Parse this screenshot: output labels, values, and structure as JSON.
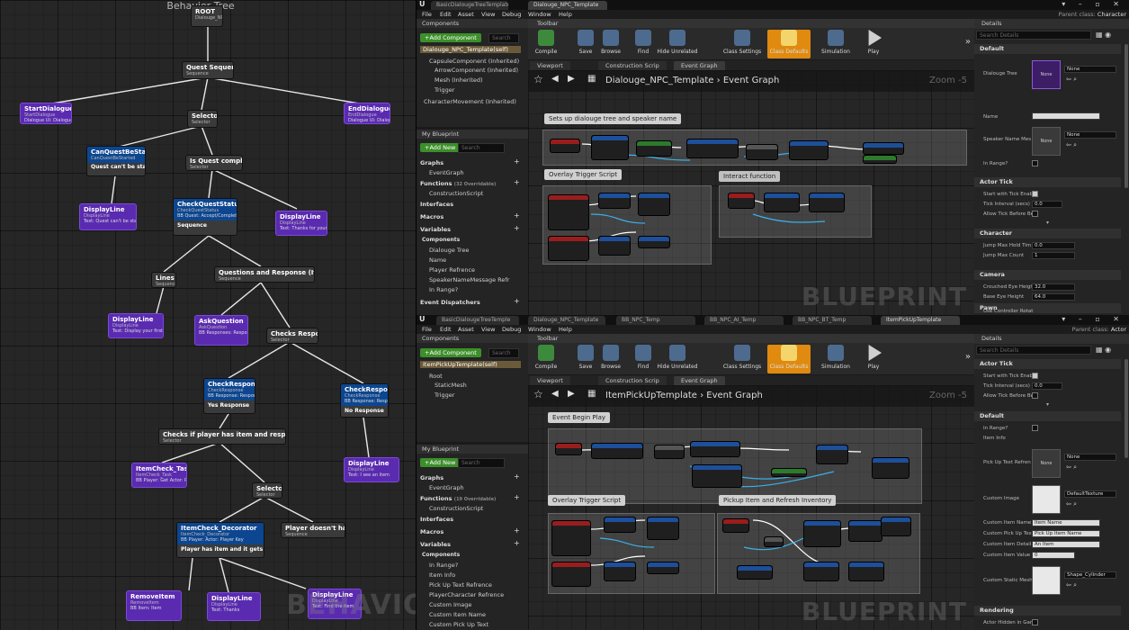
{
  "behavior_tree": {
    "title": "Behavior Tree",
    "watermark": "BEHAVIOR",
    "nodes": {
      "root": {
        "title": "ROOT",
        "sub": "Dialouge_NPC_BB"
      },
      "quest_sequence": {
        "title": "Quest Sequence",
        "sub": "Sequence"
      },
      "start_dialogue": {
        "title": "StartDialogue",
        "sub": "StartDialogue",
        "desc": "Dialogue UI: Dialogue Widget"
      },
      "end_dialogue": {
        "title": "EndDialogue",
        "sub": "EndDialogue",
        "desc": "Dialogue UI: Dialogue Widget"
      },
      "selector_1": {
        "title": "Selector",
        "sub": "Selector"
      },
      "can_quest": {
        "title": "CanQuestBeStarted",
        "sub": "CanQuestBeStarted",
        "inner": "Quest can't be started"
      },
      "is_quest_completed": {
        "title": "Is Quest completed?",
        "sub": "Selector"
      },
      "display_line_1": {
        "title": "DisplayLine",
        "sub": "DisplayLine",
        "desc": "Text: Quest can't be started"
      },
      "check_quest_status": {
        "title": "CheckQuestStatus",
        "sub": "CheckQuestStatus",
        "desc": "BB Quest: Accept/Complete",
        "inner": "Sequence"
      },
      "display_line_2": {
        "title": "DisplayLine",
        "sub": "DisplayLine",
        "desc": "Text: Thanks for your help!"
      },
      "lines": {
        "title": "Lines",
        "sub": "Sequence"
      },
      "questions_response": {
        "title": "Questions and Response (Item version)",
        "sub": "Sequence"
      },
      "display_line_3": {
        "title": "DisplayLine",
        "sub": "DisplayLine",
        "desc": "Text: Display your first line"
      },
      "ask_question": {
        "title": "AskQuestion",
        "sub": "AskQuestion",
        "desc": "BB Responses: Response"
      },
      "checks_response": {
        "title": "Checks Response",
        "sub": "Selector"
      },
      "check_response_1": {
        "title": "CheckResponse",
        "sub": "CheckResponse",
        "desc": "BB Response: Response",
        "inner": "Yes Response"
      },
      "check_response_2": {
        "title": "CheckResponse",
        "sub": "CheckResponse",
        "desc": "BB Response: Response",
        "inner": "No Response"
      },
      "checks_item": {
        "title": "Checks if player has item and responsed approprialy",
        "sub": "Selector"
      },
      "item_check_task": {
        "title": "ItemCheck_Task",
        "sub": "ItemCheck_Task",
        "desc": "BB Player: Get Actor: Player"
      },
      "display_line_4": {
        "title": "DisplayLine",
        "sub": "DisplayLine",
        "desc": "Text: I see an item"
      },
      "selector_2": {
        "title": "Selector",
        "sub": "Selector"
      },
      "item_check_dec": {
        "title": "ItemCheck_Decorator",
        "sub": "ItemCheck_Decorator",
        "desc": "BB Player: Actor: Player Key",
        "inner": "Player has item and it gets removed"
      },
      "no_item": {
        "title": "Player doesn't have item",
        "sub": "Sequence"
      },
      "remove_item": {
        "title": "RemoveItem",
        "sub": "RemoveItem",
        "desc": "BB Item: Item"
      },
      "display_line_5": {
        "title": "DisplayLine",
        "sub": "DisplayLine",
        "desc": "Text: Thanks"
      },
      "display_line_6": {
        "title": "DisplayLine",
        "sub": "DisplayLine",
        "desc": "Text: Find the item"
      }
    }
  },
  "editor1": {
    "tabs": [
      "BasicDialougeTreeTemplate",
      "Dialouge_NPC_Template"
    ],
    "menu": [
      "File",
      "Edit",
      "Asset",
      "View",
      "Debug",
      "Window",
      "Help"
    ],
    "parent_class_label": "Parent class:",
    "parent_class": "Character",
    "components": {
      "header": "Components",
      "add_button": "+Add Component",
      "search_placeholder": "Search",
      "self": "Dialouge_NPC_Template(self)",
      "items": [
        "CapsuleComponent (Inherited)",
        "ArrowComponent (Inherited)",
        "Mesh (Inherited)",
        "Trigger",
        "CharacterMovement (Inherited)"
      ]
    },
    "my_blueprint": {
      "header": "My Blueprint",
      "add_button": "+Add New",
      "search_placeholder": "Search",
      "graphs": "Graphs",
      "event_graph": "EventGraph",
      "functions": "Functions",
      "functions_count": "(32 Overridable)",
      "construction_script": "ConstructionScript",
      "interfaces": "Interfaces",
      "macros": "Macros",
      "variables": "Variables",
      "components": "Components",
      "vars": [
        "Dialouge Tree",
        "Name",
        "Player Refrence",
        "SpeakerNameMessage Refr",
        "In Range?"
      ],
      "event_dispatchers": "Event Dispatchers"
    },
    "toolbar": {
      "header": "Toolbar",
      "tools": [
        "Compile",
        "Save",
        "Browse",
        "Find",
        "Hide Unrelated",
        "Class Settings",
        "Class Defaults",
        "Simulation",
        "Play"
      ]
    },
    "graph_tabs": [
      "Viewport",
      "Construction Scrip",
      "Event Graph"
    ],
    "breadcrumb": "Dialouge_NPC_Template  ›  Event Graph",
    "zoom": "Zoom -5",
    "watermark": "BLUEPRINT",
    "comments": [
      "Sets up dialouge tree and speaker name",
      "Overlay Trigger Script",
      "Interact function"
    ],
    "details": {
      "header": "Details",
      "search_placeholder": "Search Details",
      "default": "Default",
      "dialouge_tree": "Dialouge Tree",
      "none": "None",
      "name": "Name",
      "speaker_name": "Speaker Name Mes",
      "in_range": "In Range?",
      "actor_tick": "Actor Tick",
      "start_tick": "Start with Tick Enab",
      "tick_interval": "Tick Interval (secs)",
      "tick_interval_val": "0.0",
      "allow_tick": "Allow Tick Before Be",
      "character": "Character",
      "jump_hold": "Jump Max Hold Tim",
      "jump_hold_val": "0.0",
      "jump_count": "Jump Max Count",
      "jump_count_val": "1",
      "camera": "Camera",
      "crouched": "Crouched Eye Heigh",
      "crouched_val": "32.0",
      "base_eye": "Base Eye Height",
      "base_eye_val": "64.0",
      "pawn": "Pawn",
      "use_controller": "Use Controller Rotat"
    }
  },
  "editor2": {
    "tabs": [
      "BasicDialougeTreeTemple",
      "Dialouge_NPC_Template",
      "BB_NPC_Temp",
      "BB_NPC_AI_Temp",
      "BB_NPC_BT_Temp",
      "ItemPickUpTemplate"
    ],
    "menu": [
      "File",
      "Edit",
      "Asset",
      "View",
      "Debug",
      "Window",
      "Help"
    ],
    "parent_class_label": "Parent class:",
    "parent_class": "Actor",
    "components": {
      "header": "Components",
      "add_button": "+Add Component",
      "search_placeholder": "Search",
      "self": "ItemPickUpTemplate(self)",
      "items": [
        "Root",
        "StaticMesh",
        "Trigger"
      ]
    },
    "my_blueprint": {
      "header": "My Blueprint",
      "add_button": "+Add New",
      "search_placeholder": "Search",
      "graphs": "Graphs",
      "event_graph": "EventGraph",
      "functions": "Functions",
      "functions_count": "(19 Overridable)",
      "construction_script": "ConstructionScript",
      "interfaces": "Interfaces",
      "macros": "Macros",
      "variables": "Variables",
      "components": "Components",
      "vars": [
        "In Range?",
        "Item Info",
        "Pick Up Text Refrence",
        "PlayerCharacter Refrence",
        "Custom Image",
        "Custom Item Name",
        "Custom Pick Up Text"
      ]
    },
    "toolbar": {
      "header": "Toolbar",
      "tools": [
        "Compile",
        "Save",
        "Browse",
        "Find",
        "Hide Unrelated",
        "Class Settings",
        "Class Defaults",
        "Simulation",
        "Play"
      ]
    },
    "graph_tabs": [
      "Viewport",
      "Construction Scrip",
      "Event Graph"
    ],
    "breadcrumb": "ItemPickUpTemplate  ›  Event Graph",
    "zoom": "Zoom -5",
    "watermark": "BLUEPRINT",
    "comments": [
      "Event Begin Play",
      "Overlay Trigger Script",
      "Pickup Item and Refresh Inventory"
    ],
    "details": {
      "header": "Details",
      "search_placeholder": "Search Details",
      "actor_tick": "Actor Tick",
      "start_tick": "Start with Tick Enab",
      "tick_interval": "Tick Interval (secs)",
      "tick_interval_val": "0.0",
      "allow_tick": "Allow Tick Before Be",
      "default": "Default",
      "in_range": "In Range?",
      "item_info": "Item Info",
      "pickup_text": "Pick Up Text Refren",
      "none": "None",
      "custom_image": "Custom Image",
      "default_texture": "DefaultTexture",
      "custom_item_name": "Custom Item Name",
      "custom_item_name_val": "Item Name",
      "custom_pickup": "Custom Pick Up Tex",
      "custom_pickup_val": "Pick Up Item Name",
      "custom_detail": "Custom Item Detail",
      "custom_detail_val": "An Item",
      "custom_value": "Custom Item Value",
      "custom_value_val": "0",
      "custom_mesh": "Custom Static Mesh",
      "mesh_val": "Shape_Cylinder",
      "rendering": "Rendering",
      "actor_hidden": "Actor Hidden in Gam"
    }
  }
}
